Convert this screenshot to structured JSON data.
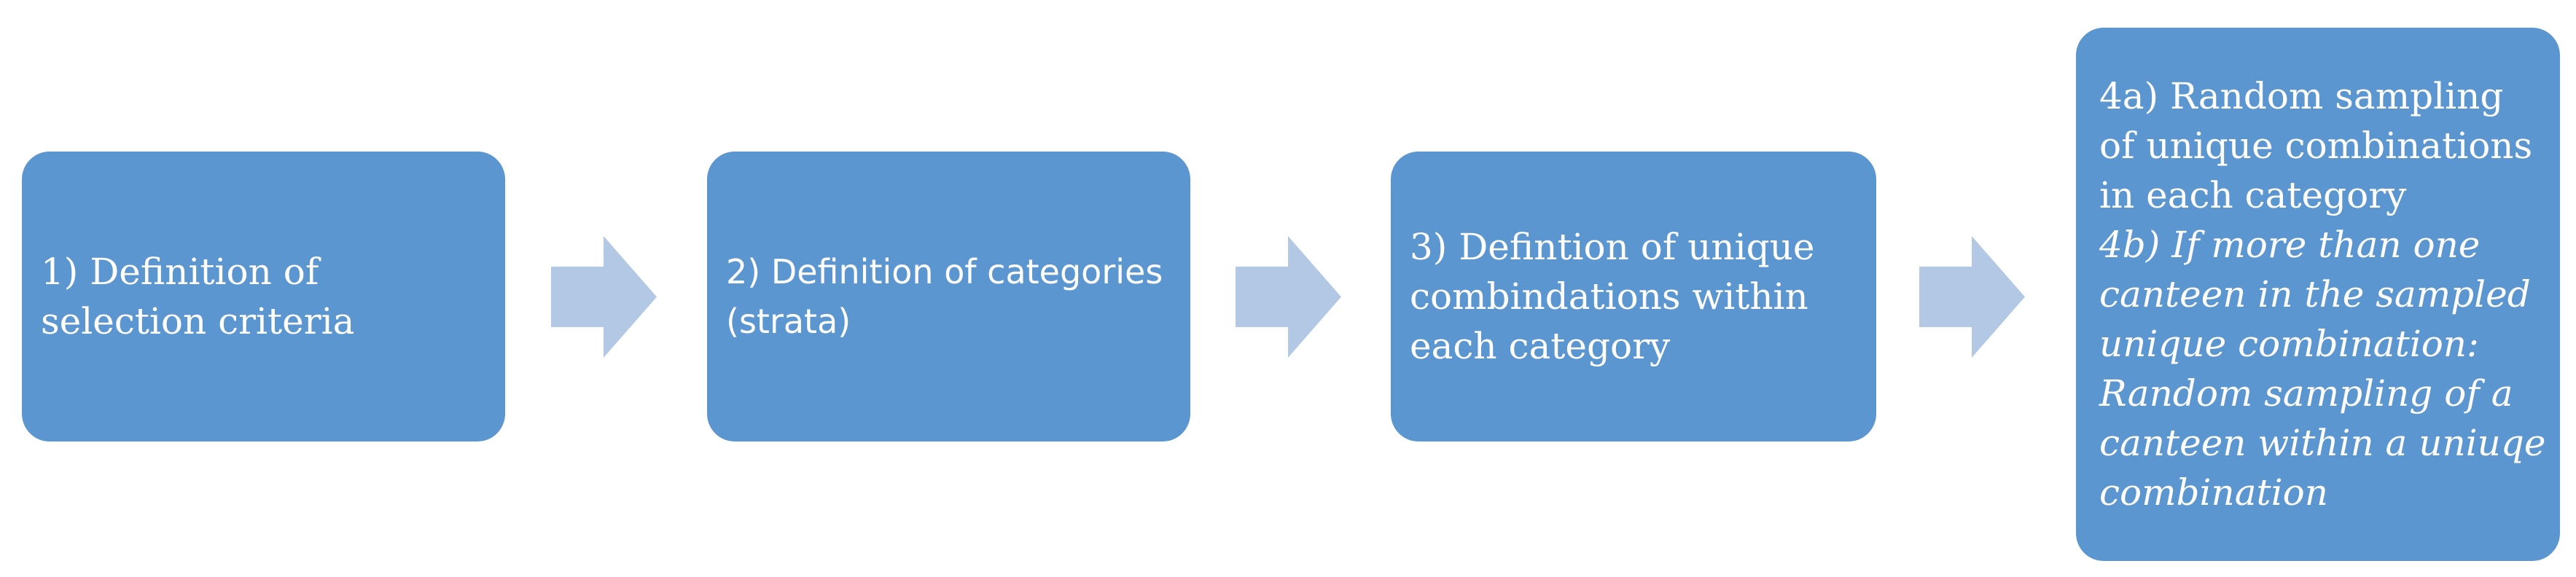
{
  "colors": {
    "box_fill": "#5b96d1",
    "arrow_fill": "#b3c8e4",
    "text": "#ffffff"
  },
  "steps": [
    {
      "text": "1) Definition of selection criteria"
    },
    {
      "text": "2) Definition of categories (strata)"
    },
    {
      "text": "3) Defintion of unique combindations within each category"
    },
    {
      "text": "4a) Random sampling of unique combinations in each category",
      "subtext": "4b) If more than one canteen in the sampled unique combination: Random sampling of  a canteen within a uniuqe combination"
    }
  ],
  "arrows": [
    {
      "icon": "right-arrow-icon"
    },
    {
      "icon": "right-arrow-icon"
    },
    {
      "icon": "right-arrow-icon"
    }
  ]
}
